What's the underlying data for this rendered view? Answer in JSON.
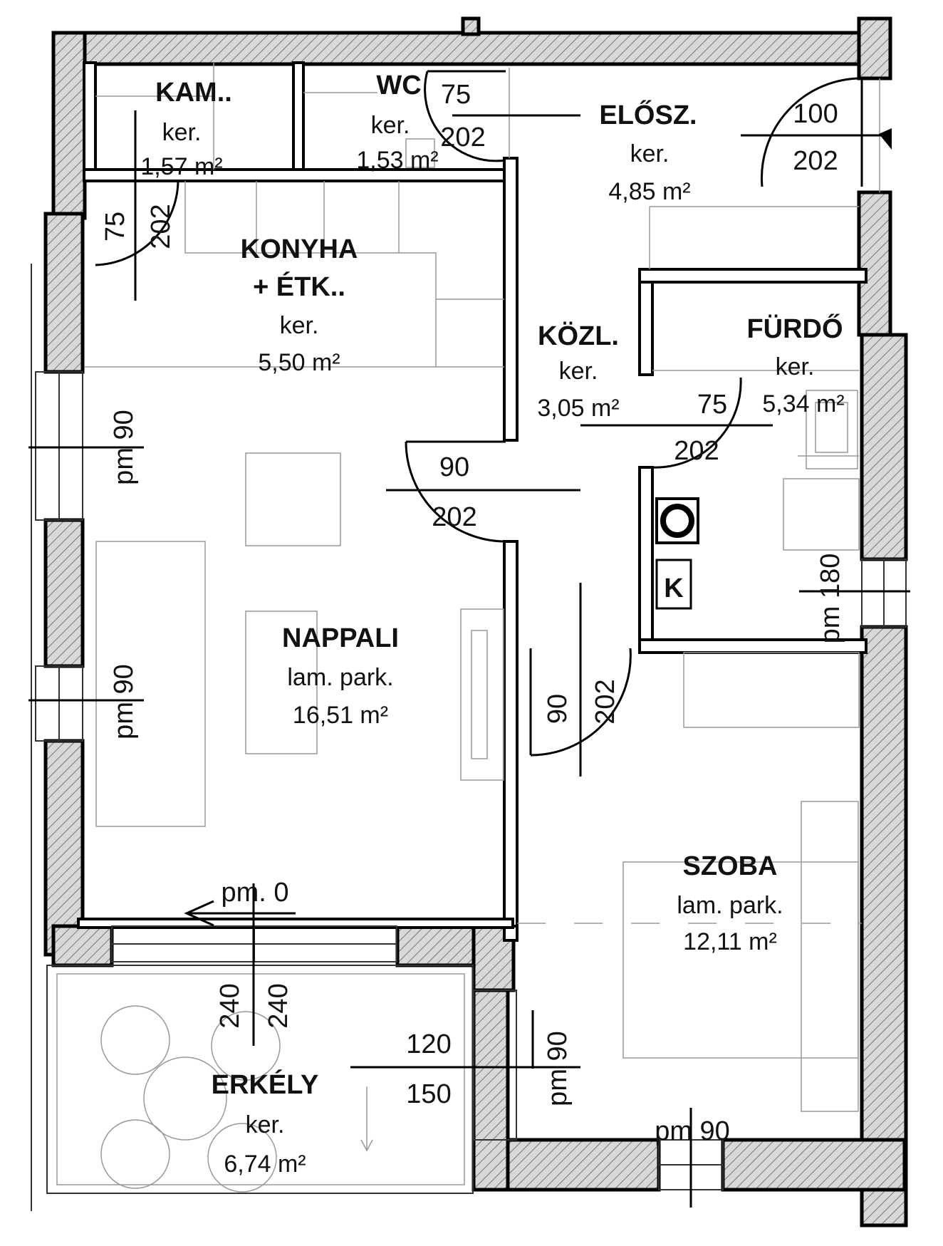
{
  "rooms": {
    "kamra": {
      "name": "KAM..",
      "floor": "ker.",
      "area": "1,57 m²"
    },
    "wc": {
      "name": "WC",
      "floor": "ker.",
      "area": "1,53 m²"
    },
    "eloszoba": {
      "name": "ELŐSZ.",
      "floor": "ker.",
      "area": "4,85 m²"
    },
    "konyha": {
      "name_line1": "KONYHA",
      "name_line2": "+ ÉTK..",
      "floor": "ker.",
      "area": "5,50 m²"
    },
    "kozlekedo": {
      "name": "KÖZL.",
      "floor": "ker.",
      "area": "3,05 m²"
    },
    "furdo": {
      "name": "FÜRDŐ",
      "floor": "ker.",
      "area": "5,34 m²"
    },
    "nappali": {
      "name": "NAPPALI",
      "floor": "lam. park.",
      "area": "16,51 m²"
    },
    "szoba": {
      "name": "SZOBA",
      "floor": "lam. park.",
      "area": "12,11 m²"
    },
    "erkely": {
      "name": "ERKÉLY",
      "floor": "ker.",
      "area": "6,74 m²"
    }
  },
  "doors": {
    "wc_width": "75",
    "wc_height": "202",
    "entry_width": "100",
    "entry_height": "202",
    "kamra_width": "75",
    "kamra_height": "202",
    "bath_width": "75",
    "bath_height": "202",
    "living_width": "90",
    "living_height": "202",
    "room_width": "90",
    "room_height": "202",
    "balcony_width_a": "240",
    "balcony_width_b": "240",
    "balcony_window_w": "120",
    "balcony_window_h": "150"
  },
  "windows": {
    "living_upper": "pm 90",
    "living_lower": "pm 90",
    "bath": "pm 180",
    "room_side": "pm 90",
    "room_bottom": "pm 90",
    "threshold": "pm. 0"
  },
  "fixtures": {
    "boiler_letter": "K"
  }
}
